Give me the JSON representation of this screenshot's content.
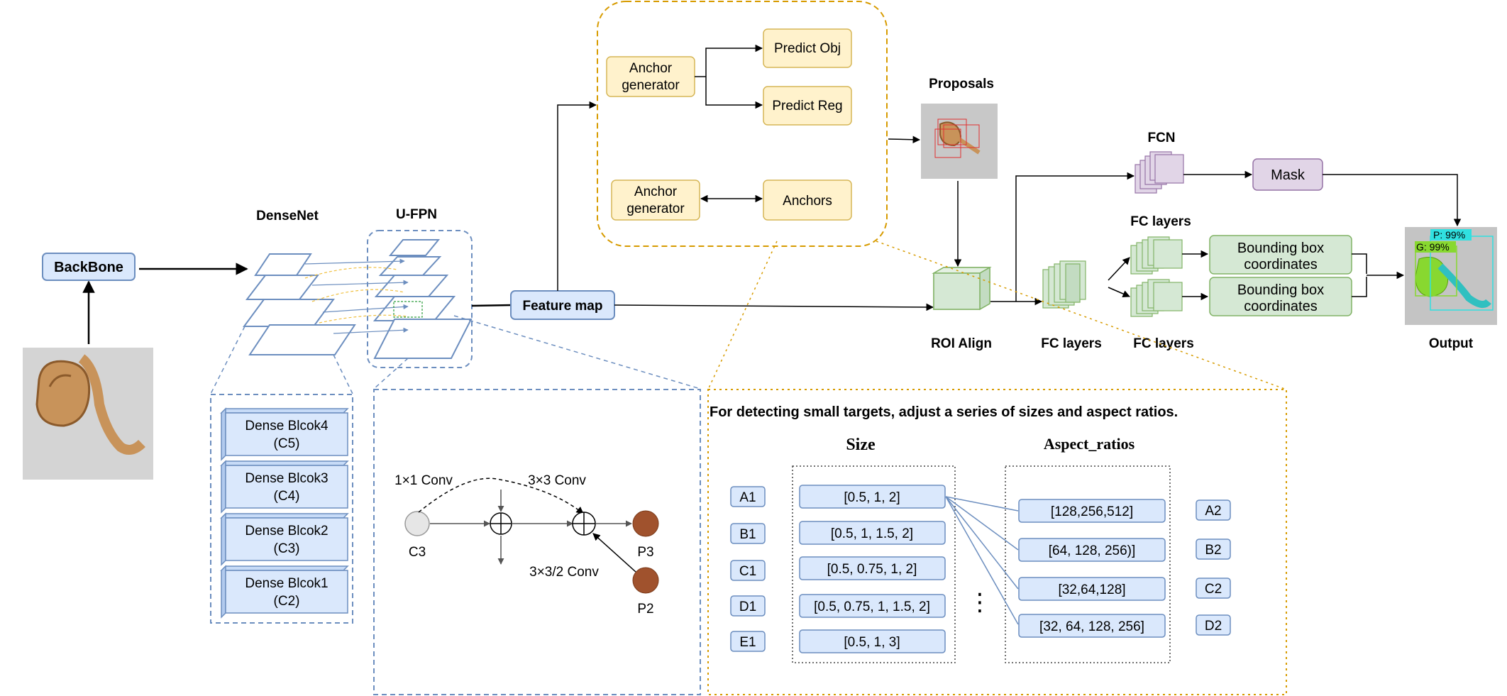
{
  "backbone": {
    "label": "BackBone"
  },
  "densenet": {
    "title": "DenseNet",
    "blocks": [
      {
        "line1": "Dense Blcok4",
        "line2": "(C5)"
      },
      {
        "line1": "Dense Blcok3",
        "line2": "(C4)"
      },
      {
        "line1": "Dense Blcok2",
        "line2": "(C3)"
      },
      {
        "line1": "Dense Blcok1",
        "line2": "(C2)"
      }
    ]
  },
  "ufpn": {
    "title": "U-FPN",
    "conv1": "1×1 Conv",
    "conv3": "3×3 Conv",
    "conv32": "3×3/2 Conv",
    "c3": "C3",
    "p3": "P3",
    "p2": "P2"
  },
  "feature_map": {
    "label": "Feature map"
  },
  "rpn": {
    "anchor_gen_top": {
      "line1": "Anchor",
      "line2": "generator"
    },
    "predict_obj": "Predict Obj",
    "predict_reg": "Predict Reg",
    "anchor_gen_bottom": {
      "line1": "Anchor",
      "line2": "generator"
    },
    "anchors": "Anchors"
  },
  "proposals": {
    "title": "Proposals"
  },
  "roi_align": {
    "label": "ROI Align"
  },
  "fcn": {
    "title": "FCN"
  },
  "mask": {
    "label": "Mask"
  },
  "fc": {
    "top_title": "FC layers",
    "bottom_left": "FC layers",
    "bottom_right": "FC layers"
  },
  "bbox": [
    {
      "line1": "Bounding box",
      "line2": "coordinates"
    },
    {
      "line1": "Bounding box",
      "line2": "coordinates"
    }
  ],
  "output": {
    "title": "Output",
    "p_label": "P: 99%",
    "g_label": "G: 99%"
  },
  "anchor_panel": {
    "caption": "For detecting small targets, adjust a series of sizes and aspect ratios.",
    "size_title": "Size",
    "aspect_title": "Aspect_ratios",
    "left_tags": [
      "A1",
      "B1",
      "C1",
      "D1",
      "E1"
    ],
    "sizes": [
      "[0.5, 1, 2]",
      "[0.5, 1, 1.5, 2]",
      "[0.5, 0.75, 1, 2]",
      "[0.5, 0.75, 1, 1.5, 2]",
      "[0.5, 1, 3]"
    ],
    "ratios": [
      "[128,256,512]",
      "[64, 128, 256)]",
      "[32,64,128]",
      "[32, 64, 128, 256]"
    ],
    "right_tags": [
      "A2",
      "B2",
      "C2",
      "D2"
    ],
    "ellipsis": "⋮"
  },
  "colors": {
    "blue_fill": "#dae8fc",
    "blue_stroke": "#6c8ebf",
    "yellow_fill": "#fff2cc",
    "yellow_stroke": "#d6b656",
    "green_fill": "#d5e8d4",
    "green_stroke": "#82b366",
    "purple_fill": "#e1d5e7",
    "purple_stroke": "#9673a6",
    "orange_dash": "#d79b00",
    "node_brown": "#a0522d"
  }
}
